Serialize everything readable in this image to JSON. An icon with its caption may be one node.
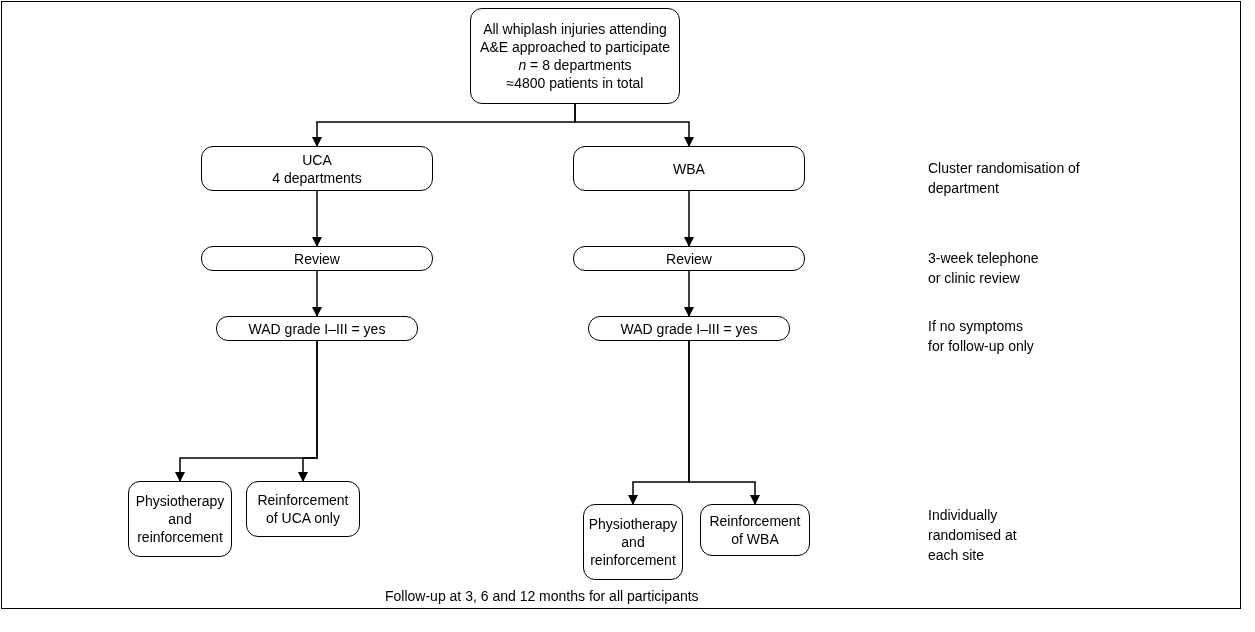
{
  "diagram": {
    "nodes": [
      {
        "text": [
          "All whiplash injuries attending A&E approached to participate",
          "*n* = 8 departments",
          "≈4800 patients in total"
        ]
      },
      {
        "text": [
          "UCA",
          "4 departments"
        ]
      },
      {
        "text": [
          "WBA"
        ]
      },
      {
        "text": [
          "Review"
        ]
      },
      {
        "text": [
          "Review"
        ]
      },
      {
        "text": [
          "WAD grade I–III = yes"
        ]
      },
      {
        "text": [
          "WAD grade I–III = yes"
        ]
      },
      {
        "text": [
          "Physiotherapy and reinforcement"
        ]
      },
      {
        "text": [
          "Reinforcement of UCA only"
        ]
      },
      {
        "text": [
          "Physiotherapy and reinforcement"
        ]
      },
      {
        "text": [
          "Reinforcement of WBA"
        ]
      }
    ],
    "edges": [
      {
        "from": 0,
        "to": 1,
        "arrow": "to"
      },
      {
        "from": 0,
        "to": 2,
        "arrow": "to"
      },
      {
        "from": 1,
        "to": 3,
        "arrow": "to"
      },
      {
        "from": 2,
        "to": 4,
        "arrow": "to"
      },
      {
        "from": 3,
        "to": 5,
        "arrow": "to"
      },
      {
        "from": 4,
        "to": 6,
        "arrow": "to"
      },
      {
        "from": 5,
        "to": 7,
        "arrow": "to"
      },
      {
        "from": 5,
        "to": 8,
        "arrow": "to"
      },
      {
        "from": 6,
        "to": 9,
        "arrow": "to"
      },
      {
        "from": 6,
        "to": 10,
        "arrow": "to"
      }
    ],
    "labels": [
      "Cluster randomisation of department",
      "3-week telephone or clinic review",
      "If no symptoms for follow-up only",
      "Individually randomised at each site",
      "Follow-up at 3, 6 and 12 months for all participants"
    ]
  }
}
